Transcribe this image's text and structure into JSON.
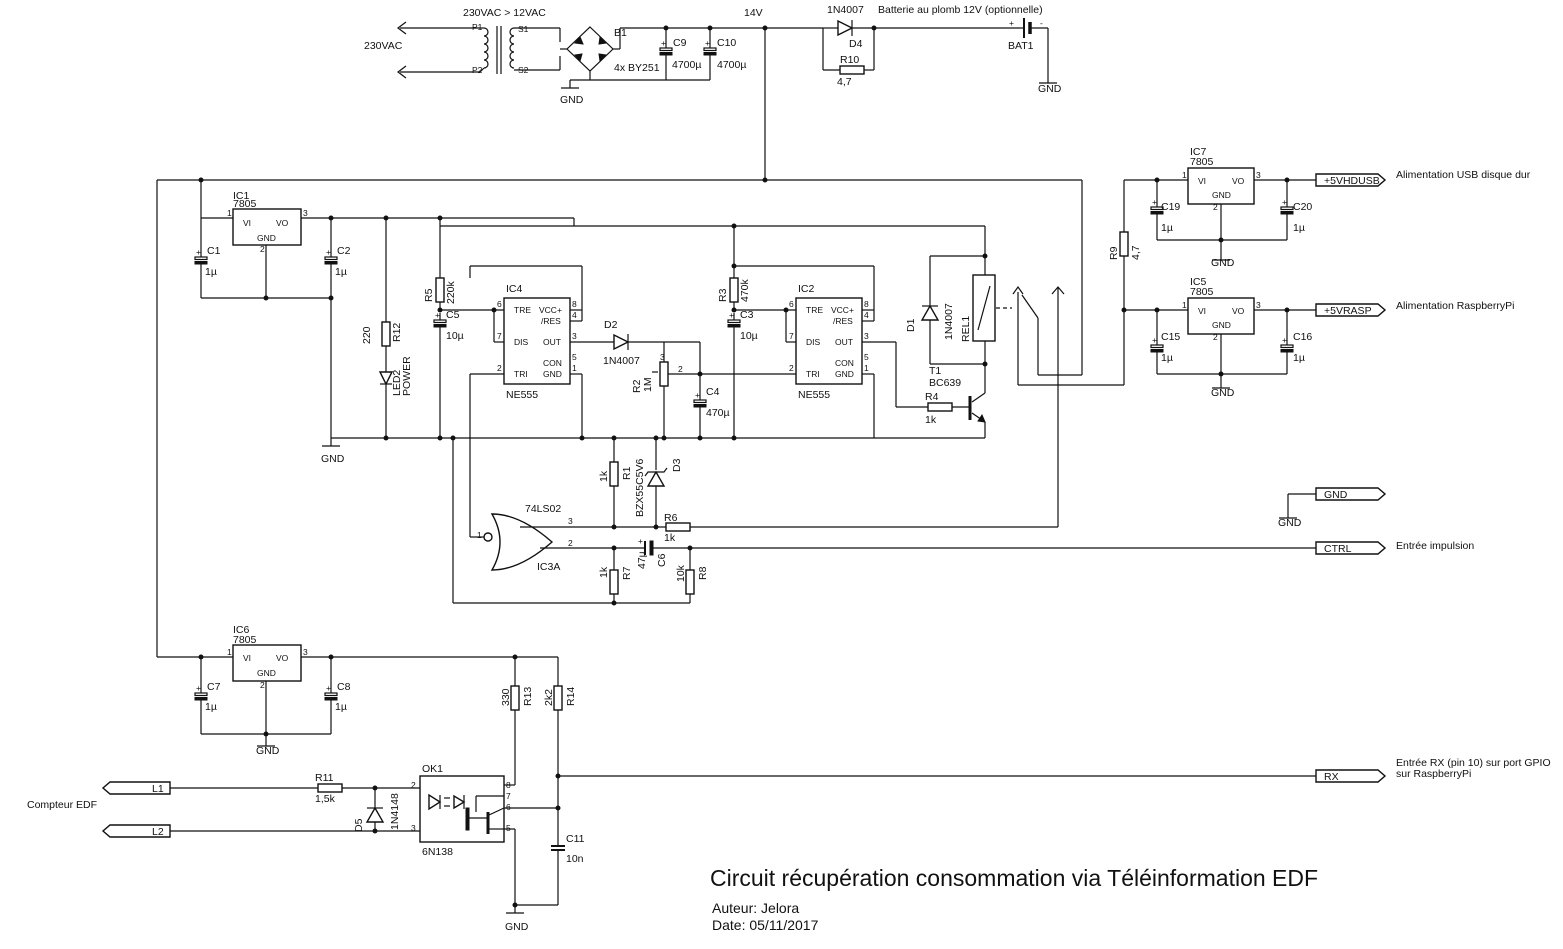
{
  "title": "Circuit récupération consommation via Téléinformation EDF",
  "author": "Auteur: Jelora",
  "date": "Date: 05/11/2017",
  "notes": {
    "mains": "230VAC",
    "transformer": "230VAC > 12VAC",
    "rail": "14V",
    "battery": "Batterie au plomb 12V (optionnelle)",
    "usb": "Alimentation USB disque dur",
    "rasp": "Alimentation RaspberryPi",
    "pulse": "Entrée impulsion",
    "rx1": "Entrée RX (pin 10) sur port GPIO",
    "rx2": "sur RaspberryPi",
    "meter": "Compteur EDF"
  },
  "ports": {
    "usb": "+5VHDUSB",
    "rasp": "+5VRASP",
    "gnd": "GND",
    "ctrl": "CTRL",
    "rx": "RX",
    "l1": "L1",
    "l2": "L2"
  },
  "gnd": "GND",
  "pins": {
    "p1": "P1",
    "p2": "P2",
    "s1": "S1",
    "s2": "S2",
    "vi": "VI",
    "vo": "VO",
    "gnd": "GND",
    "tre": "TRE",
    "vcc": "VCC+",
    "res": "/RES",
    "dis": "DIS",
    "out": "OUT",
    "con": "CON",
    "tri": "TRI"
  },
  "components": {
    "b1": "B1",
    "b1v": "4x BY251",
    "c9": "C9",
    "c9v": "4700µ",
    "c10": "C10",
    "c10v": "4700µ",
    "d4v": "1N4007",
    "d4": "D4",
    "r10": "R10",
    "r10v": "4,7",
    "bat1": "BAT1",
    "ic1": "IC1",
    "ic2": "IC2",
    "ic4": "IC4",
    "ic5": "IC5",
    "ic6": "IC6",
    "ic7": "IC7",
    "v7805": "7805",
    "ne555": "NE555",
    "c1": "C1",
    "c2": "C2",
    "c3": "C3",
    "c4": "C4",
    "c5": "C5",
    "c7": "C7",
    "c8": "C8",
    "c15": "C15",
    "c16": "C16",
    "c19": "C19",
    "c20": "C20",
    "c11": "C11",
    "c6": "C6",
    "u1": "1µ",
    "u10": "10µ",
    "u470": "470µ",
    "u47": "47µ",
    "n10": "10n",
    "r12": "R12",
    "r12v": "220",
    "led2": "LED2",
    "power": "POWER",
    "r5": "R5",
    "r5v": "220k",
    "r3": "R3",
    "r3v": "470k",
    "d2": "D2",
    "d2v": "1N4007",
    "r2": "R2",
    "r2v": "1M",
    "d1": "D1",
    "d1v": "1N4007",
    "rel1": "REL1",
    "t1": "T1",
    "t1v": "BC639",
    "r4": "R4",
    "k1": "1k",
    "r1": "R1",
    "r6": "R6",
    "r7": "R7",
    "r8": "R8",
    "r8v": "10k",
    "d3": "D3",
    "d3v": "BZX55C5V6",
    "ic3": "IC3A",
    "ic3v": "74LS02",
    "r9": "R9",
    "r9v": "4,7",
    "r11": "R11",
    "r11v": "1,5k",
    "d5": "D5",
    "d5v": "1N4148",
    "r13": "R13",
    "r13v": "330",
    "r14": "R14",
    "r14v": "2k2",
    "ok1": "OK1",
    "ok1v": "6N138"
  }
}
